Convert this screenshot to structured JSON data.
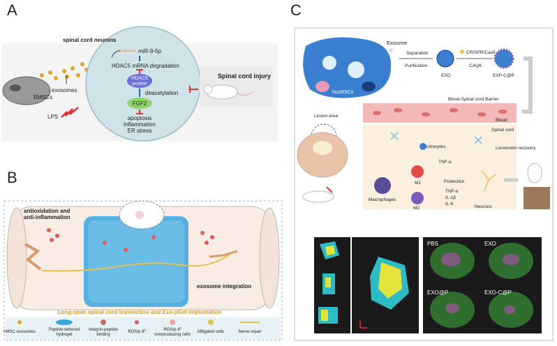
{
  "panels": {
    "A": {
      "letter": "A",
      "neurons_label": "spinal cord neurons",
      "bmsc_label": "BMSCs",
      "exosomes_label": "exosomes",
      "lps_label": "LPS",
      "mirna_label": "miR-9-5p",
      "degradation_label": "HDAC5 mRNA degradation",
      "hdac5_label": "HDAC5\nprotein",
      "deacetylation_label": "deacetylation",
      "fgf2_label": "FGF2",
      "outcomes": [
        "apoptosis",
        "Inflammation",
        "ER stress"
      ],
      "injury_label": "Spinal cord injury"
    },
    "B": {
      "letter": "B",
      "antiox_label": "antioxidation and\nanti-inflammation",
      "exosome_integration_label": "exosome integration",
      "caption": "Long-span spinal cord transection and Exo-pGel implantation",
      "legend": [
        "hMSC exosomes",
        "Peptide-tethered\nhydrogel",
        "Integrin-peptide\nbinding",
        "ROS/p-IF",
        "ROS/p-IF\noverproducing cells",
        "Mitigated cells",
        "Nerve repair"
      ]
    },
    "C": {
      "letter": "C",
      "exosome_label": "Exosome",
      "cell_label": "hucMSCs",
      "separation_label": "Separation",
      "purification_label": "Purification",
      "exo_label": "EXO",
      "crispr_label": "CRISPR/Cas9",
      "caqk_label": "CAQK",
      "expcp_label": "EXP-C@P",
      "bscb_label": "Blood-Spinal cord Barrier",
      "blood_label": "Blood",
      "spinal_cord_label": "Spinal cord",
      "lesion_label": "Lesion area",
      "astro_label": "Astrocytes",
      "tnf_label": "TNF-α",
      "m1_label": "M1",
      "m2_label": "M2",
      "macrophage_label": "Macrophages",
      "protection_label": "Protection",
      "cytokines": [
        "TNF-α",
        "IL-1β",
        "IL-6"
      ],
      "neurons_label": "Neurons",
      "locomotor_label": "Locomotor recovery",
      "image_labels": [
        "PBS",
        "EXO",
        "EXO@P",
        "EXO-C@P"
      ]
    }
  },
  "colors": {
    "cell_fill": "#cfe3e8",
    "hydrogel": "#3aa6de",
    "fgf2": "#8fd36b",
    "hdac5": "#6b6fd8",
    "caption": "#d79a1c",
    "arrow_red": "#d33",
    "slide_bg": "#1a1a1a"
  }
}
